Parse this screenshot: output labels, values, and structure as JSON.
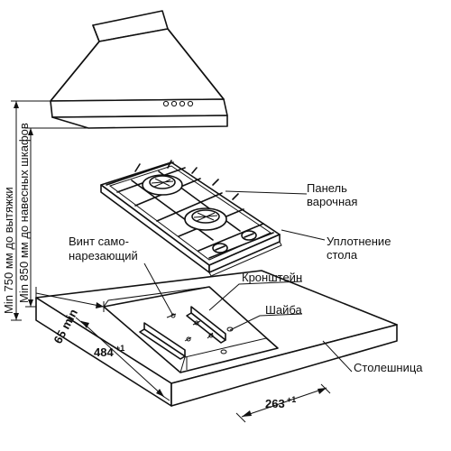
{
  "labels": {
    "panel_line1": "Панель",
    "panel_line2": "варочная",
    "seal_line1": "Уплотнение",
    "seal_line2": "стола",
    "screw_line1": "Винт само-",
    "screw_line2": "нарезающий",
    "bracket": "Кронштейн",
    "washer": "Шайба",
    "countertop": "Столешница",
    "hood_clearance": "Min 750 мм до вытяжки",
    "cabinet_clearance": "Min 850 мм до навесных шкафов"
  },
  "dimensions": {
    "setback": "65 min",
    "depth_value": "484",
    "depth_tol": "+1",
    "width_value": "263",
    "width_tol": "+1"
  }
}
